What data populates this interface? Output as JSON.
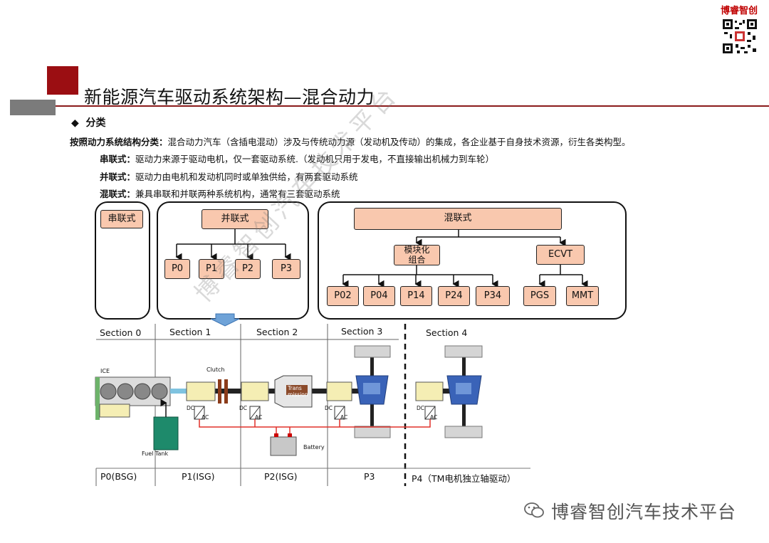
{
  "brand": "博睿智创",
  "title": "新能源汽车驱动系统架构—混合动力",
  "bullet_icon": "diamond-bullet-icon",
  "bullet": "分类",
  "intro": {
    "label": "按照动力系统结构分类：",
    "text": "混合动力汽车（含插电混动）涉及与传统动力源（发动机及传动）的集成，各企业基于自身技术资源，衍生各类构型。"
  },
  "definitions": [
    {
      "term": "串联式：",
      "text": "驱动力来源于驱动电机，仅一套驱动系统.（发动机只用于发电，不直接输出机械力到车轮）"
    },
    {
      "term": "并联式：",
      "text": "驱动力由电机和发动机同时或单独供给，有两套驱动系统"
    },
    {
      "term": "混联式：",
      "text": "兼具串联和并联两种系统机构，通常有三套驱动系统"
    }
  ],
  "tree": {
    "series": "串联式",
    "parallel": {
      "root": "并联式",
      "children": [
        "P0",
        "P1",
        "P2",
        "P3"
      ]
    },
    "mixed": {
      "root": "混联式",
      "modular": {
        "label": "模块化组合",
        "children": [
          "P02",
          "P04",
          "P14",
          "P24",
          "P34"
        ]
      },
      "ecvt": {
        "label": "ECVT",
        "children": [
          "PGS",
          "MMT"
        ]
      }
    }
  },
  "sections": [
    "Section 0",
    "Section 1",
    "Section 2",
    "Section 3",
    "Section 4"
  ],
  "components": {
    "ice": "ICE",
    "clutch": "Clutch",
    "trans": "Trans mission",
    "fuel_tank": "Fuel Tank",
    "battery": "Battery",
    "dc": "DC",
    "ac": "AC"
  },
  "positions": [
    "P0(BSG)",
    "P1(ISG)",
    "P2(ISG)",
    "P3",
    "P4（TM电机独立轴驱动）"
  ],
  "watermark": "博睿智创汽车技术平台",
  "diagonal_watermark": "博睿智创汽车技术平台",
  "colors": {
    "accent": "#9b0e12",
    "node_fill": "#f9c8ae",
    "wire": "#e0302a",
    "motor": "#3a63b8",
    "arrow": "#6fa3d8"
  }
}
